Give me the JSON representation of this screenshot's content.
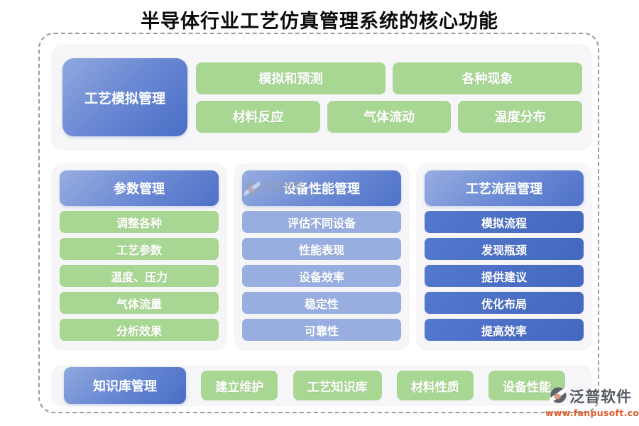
{
  "title": "半导体行业工艺仿真管理系统的核心功能",
  "colors": {
    "blue_gradient_start": "#95abdf",
    "blue_gradient_end": "#4a6ec7",
    "green": "#a8d693",
    "light_blue": "#98aee0",
    "strong_blue": "#4a6fc4",
    "panel_gray": "#f6f6f8",
    "url_orange": "#e05a2b"
  },
  "top_section": {
    "header": "工艺模拟管理",
    "row1": [
      "模拟和预测",
      "各种现象"
    ],
    "row2": [
      "材料反应",
      "气体流动",
      "温度分布"
    ]
  },
  "columns": [
    {
      "header": "参数管理",
      "items": [
        "调整各种",
        "工艺参数",
        "温度、压力",
        "气体流量",
        "分析效果"
      ]
    },
    {
      "header": "设备性能管理",
      "items": [
        "评估不同设备",
        "性能表现",
        "设备效率",
        "稳定性",
        "可靠性"
      ]
    },
    {
      "header": "工艺流程管理",
      "items": [
        "模拟流程",
        "发现瓶颈",
        "提供建议",
        "优化布局",
        "提高效率"
      ]
    }
  ],
  "bottom_section": {
    "header": "知识库管理",
    "items": [
      "建立维护",
      "工艺知识库",
      "材料性质",
      "设备性能"
    ]
  },
  "watermark": {
    "name": "泛普软件",
    "subtext": "FANPU SOFTWARE",
    "icon": "fanpu-logo-icon"
  },
  "logo": {
    "name": "泛普软件",
    "url": "www.fanpusoft.com",
    "icon": "fanpu-logo-icon"
  }
}
